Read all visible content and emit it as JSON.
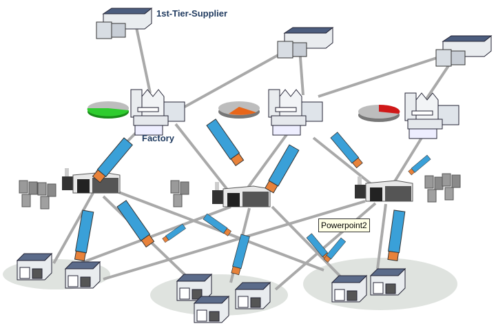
{
  "labels": {
    "supplier": "1st-Tier-Supplier",
    "factory": "Factory"
  },
  "tooltip": "Powerpoint2",
  "colors": {
    "link": "#a9a9a9",
    "pie_green": "#2ecc2e",
    "pie_orange": "#e8661a",
    "pie_red": "#d01818",
    "region": "#dfe3df",
    "truck_body": "#3aa0d8",
    "truck_cab": "#e8823a"
  },
  "pies": [
    {
      "name": "factory-1-utilization",
      "color": "pie_green",
      "fill_fraction": 0.5
    },
    {
      "name": "factory-2-utilization",
      "color": "pie_orange",
      "fill_fraction": 0.3
    },
    {
      "name": "factory-3-utilization",
      "color": "pie_red",
      "fill_fraction": 0.2
    }
  ]
}
